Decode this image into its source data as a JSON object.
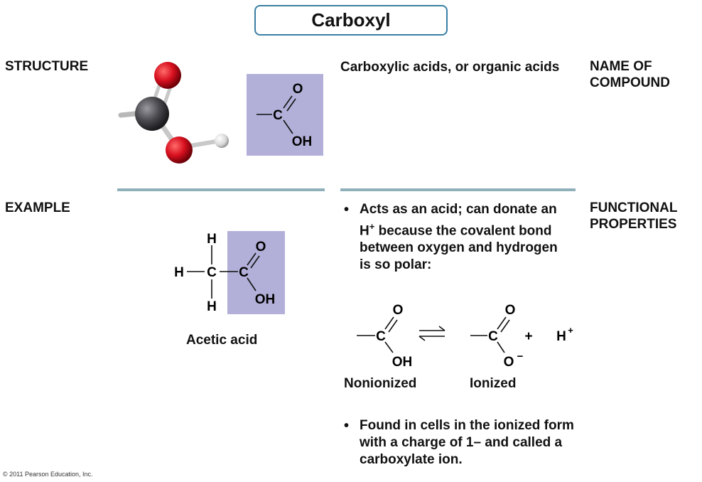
{
  "title": "Carboxyl",
  "labels": {
    "structure": "STRUCTURE",
    "example": "EXAMPLE",
    "name_of_compound": "NAME OF\nCOMPOUND",
    "functional_properties": "FUNCTIONAL\nPROPERTIES"
  },
  "compound_name": "Carboxylic acids, or organic acids",
  "structure_formula": {
    "o": "O",
    "c": "C",
    "oh": "OH"
  },
  "example": {
    "caption": "Acetic acid",
    "atoms": {
      "h_top": "H",
      "h_left": "H",
      "h_bottom": "H",
      "c1": "C",
      "c2": "C",
      "o": "O",
      "oh": "OH"
    }
  },
  "properties": {
    "bullet1_pre": "Acts as an acid; can donate an H",
    "bullet1_sup": "+",
    "bullet1_post": " because the covalent bond between oxygen and hydrogen is so polar:",
    "bullet2": "Found in cells in the ionized form with a charge of 1– and called a carboxylate ion."
  },
  "reaction": {
    "nonionized": {
      "o": "O",
      "c": "C",
      "oh": "OH",
      "label": "Nonionized"
    },
    "ionized": {
      "o": "O",
      "c": "C",
      "o_minus": "O",
      "charge": "−",
      "label": "Ionized"
    },
    "plus": "+",
    "h": "H",
    "h_charge": "+"
  },
  "copyright": "© 2011 Pearson Education, Inc.",
  "colors": {
    "title_border": "#3a7fa3",
    "divider": "#8fb0bb",
    "shade": "#b2b0d8",
    "oxygen": "#d8101f",
    "carbon": "#4a4a4f",
    "hydrogen": "#e6e6e6"
  }
}
